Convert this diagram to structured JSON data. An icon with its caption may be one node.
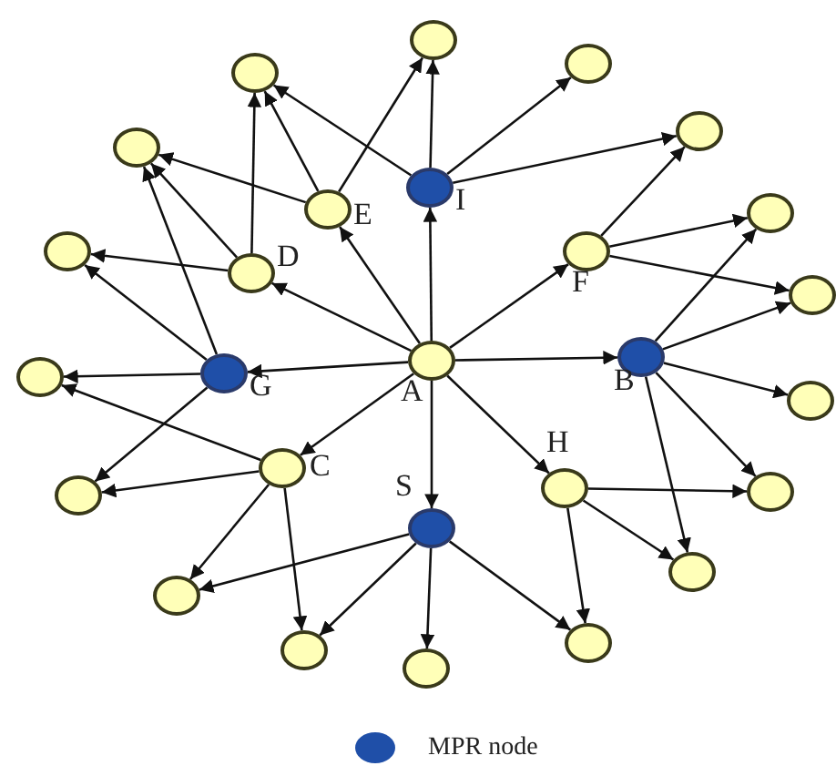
{
  "diagram": {
    "nodes": [
      {
        "text": [
          "A"
        ]
      },
      {
        "text": [
          "I"
        ]
      },
      {
        "text": [
          "E"
        ]
      },
      {
        "text": [
          "D"
        ]
      },
      {
        "text": [
          "F"
        ]
      },
      {
        "text": [
          "B"
        ]
      },
      {
        "text": [
          "G"
        ]
      },
      {
        "text": [
          "C"
        ]
      },
      {
        "text": [
          "S"
        ]
      },
      {
        "text": [
          "H"
        ]
      },
      {
        "text": [],
        "shape": "circle"
      },
      {
        "text": [],
        "shape": "circle"
      },
      {
        "text": [],
        "shape": "circle"
      },
      {
        "text": [],
        "shape": "circle"
      },
      {
        "text": [],
        "shape": "circle"
      },
      {
        "text": [],
        "shape": "circle"
      },
      {
        "text": [],
        "shape": "circle"
      },
      {
        "text": [],
        "shape": "circle"
      },
      {
        "text": [],
        "shape": "circle"
      },
      {
        "text": [],
        "shape": "circle"
      },
      {
        "text": [],
        "shape": "circle"
      },
      {
        "text": [],
        "shape": "circle"
      },
      {
        "text": [],
        "shape": "circle"
      },
      {
        "text": [],
        "shape": "circle"
      },
      {
        "text": [],
        "shape": "circle"
      },
      {
        "text": [],
        "shape": "circle"
      },
      {
        "text": [],
        "shape": "circle"
      }
    ],
    "edges": [
      {
        "from": 0,
        "to": 1,
        "arrow": "to"
      },
      {
        "from": 1,
        "to": 11,
        "arrow": "to"
      },
      {
        "from": 1,
        "to": 10,
        "arrow": "to"
      },
      {
        "from": 1,
        "to": 12,
        "arrow": "to"
      },
      {
        "from": 1,
        "to": 13,
        "arrow": "to"
      },
      {
        "from": 0,
        "to": 2,
        "arrow": "to"
      },
      {
        "from": 2,
        "to": 10,
        "arrow": "to"
      },
      {
        "from": 2,
        "to": 11,
        "arrow": "to"
      },
      {
        "from": 2,
        "to": 14,
        "arrow": "to"
      },
      {
        "from": 0,
        "to": 3,
        "arrow": "to"
      },
      {
        "from": 3,
        "to": 10,
        "arrow": "to"
      },
      {
        "from": 3,
        "to": 14,
        "arrow": "to"
      },
      {
        "from": 3,
        "to": 15,
        "arrow": "to"
      },
      {
        "from": 0,
        "to": 6,
        "arrow": "to"
      },
      {
        "from": 6,
        "to": 14,
        "arrow": "to"
      },
      {
        "from": 6,
        "to": 15,
        "arrow": "to"
      },
      {
        "from": 6,
        "to": 18,
        "arrow": "to"
      },
      {
        "from": 6,
        "to": 20,
        "arrow": "to"
      },
      {
        "from": 0,
        "to": 7,
        "arrow": "to"
      },
      {
        "from": 7,
        "to": 18,
        "arrow": "to"
      },
      {
        "from": 7,
        "to": 20,
        "arrow": "to"
      },
      {
        "from": 7,
        "to": 22,
        "arrow": "to"
      },
      {
        "from": 7,
        "to": 24,
        "arrow": "to"
      },
      {
        "from": 0,
        "to": 8,
        "arrow": "to"
      },
      {
        "from": 8,
        "to": 22,
        "arrow": "to"
      },
      {
        "from": 8,
        "to": 24,
        "arrow": "to"
      },
      {
        "from": 8,
        "to": 25,
        "arrow": "to"
      },
      {
        "from": 8,
        "to": 26,
        "arrow": "to"
      },
      {
        "from": 0,
        "to": 9,
        "arrow": "to"
      },
      {
        "from": 9,
        "to": 21,
        "arrow": "to"
      },
      {
        "from": 9,
        "to": 23,
        "arrow": "to"
      },
      {
        "from": 9,
        "to": 26,
        "arrow": "to"
      },
      {
        "from": 0,
        "to": 4,
        "arrow": "to"
      },
      {
        "from": 4,
        "to": 13,
        "arrow": "to"
      },
      {
        "from": 4,
        "to": 16,
        "arrow": "to"
      },
      {
        "from": 4,
        "to": 17,
        "arrow": "to"
      },
      {
        "from": 0,
        "to": 5,
        "arrow": "to"
      },
      {
        "from": 5,
        "to": 16,
        "arrow": "to"
      },
      {
        "from": 5,
        "to": 17,
        "arrow": "to"
      },
      {
        "from": 5,
        "to": 19,
        "arrow": "to"
      },
      {
        "from": 5,
        "to": 21,
        "arrow": "to"
      },
      {
        "from": 5,
        "to": 23,
        "arrow": "to"
      }
    ],
    "legend": [
      {
        "text": "MPR node",
        "color": "#1f4fa8"
      }
    ]
  }
}
